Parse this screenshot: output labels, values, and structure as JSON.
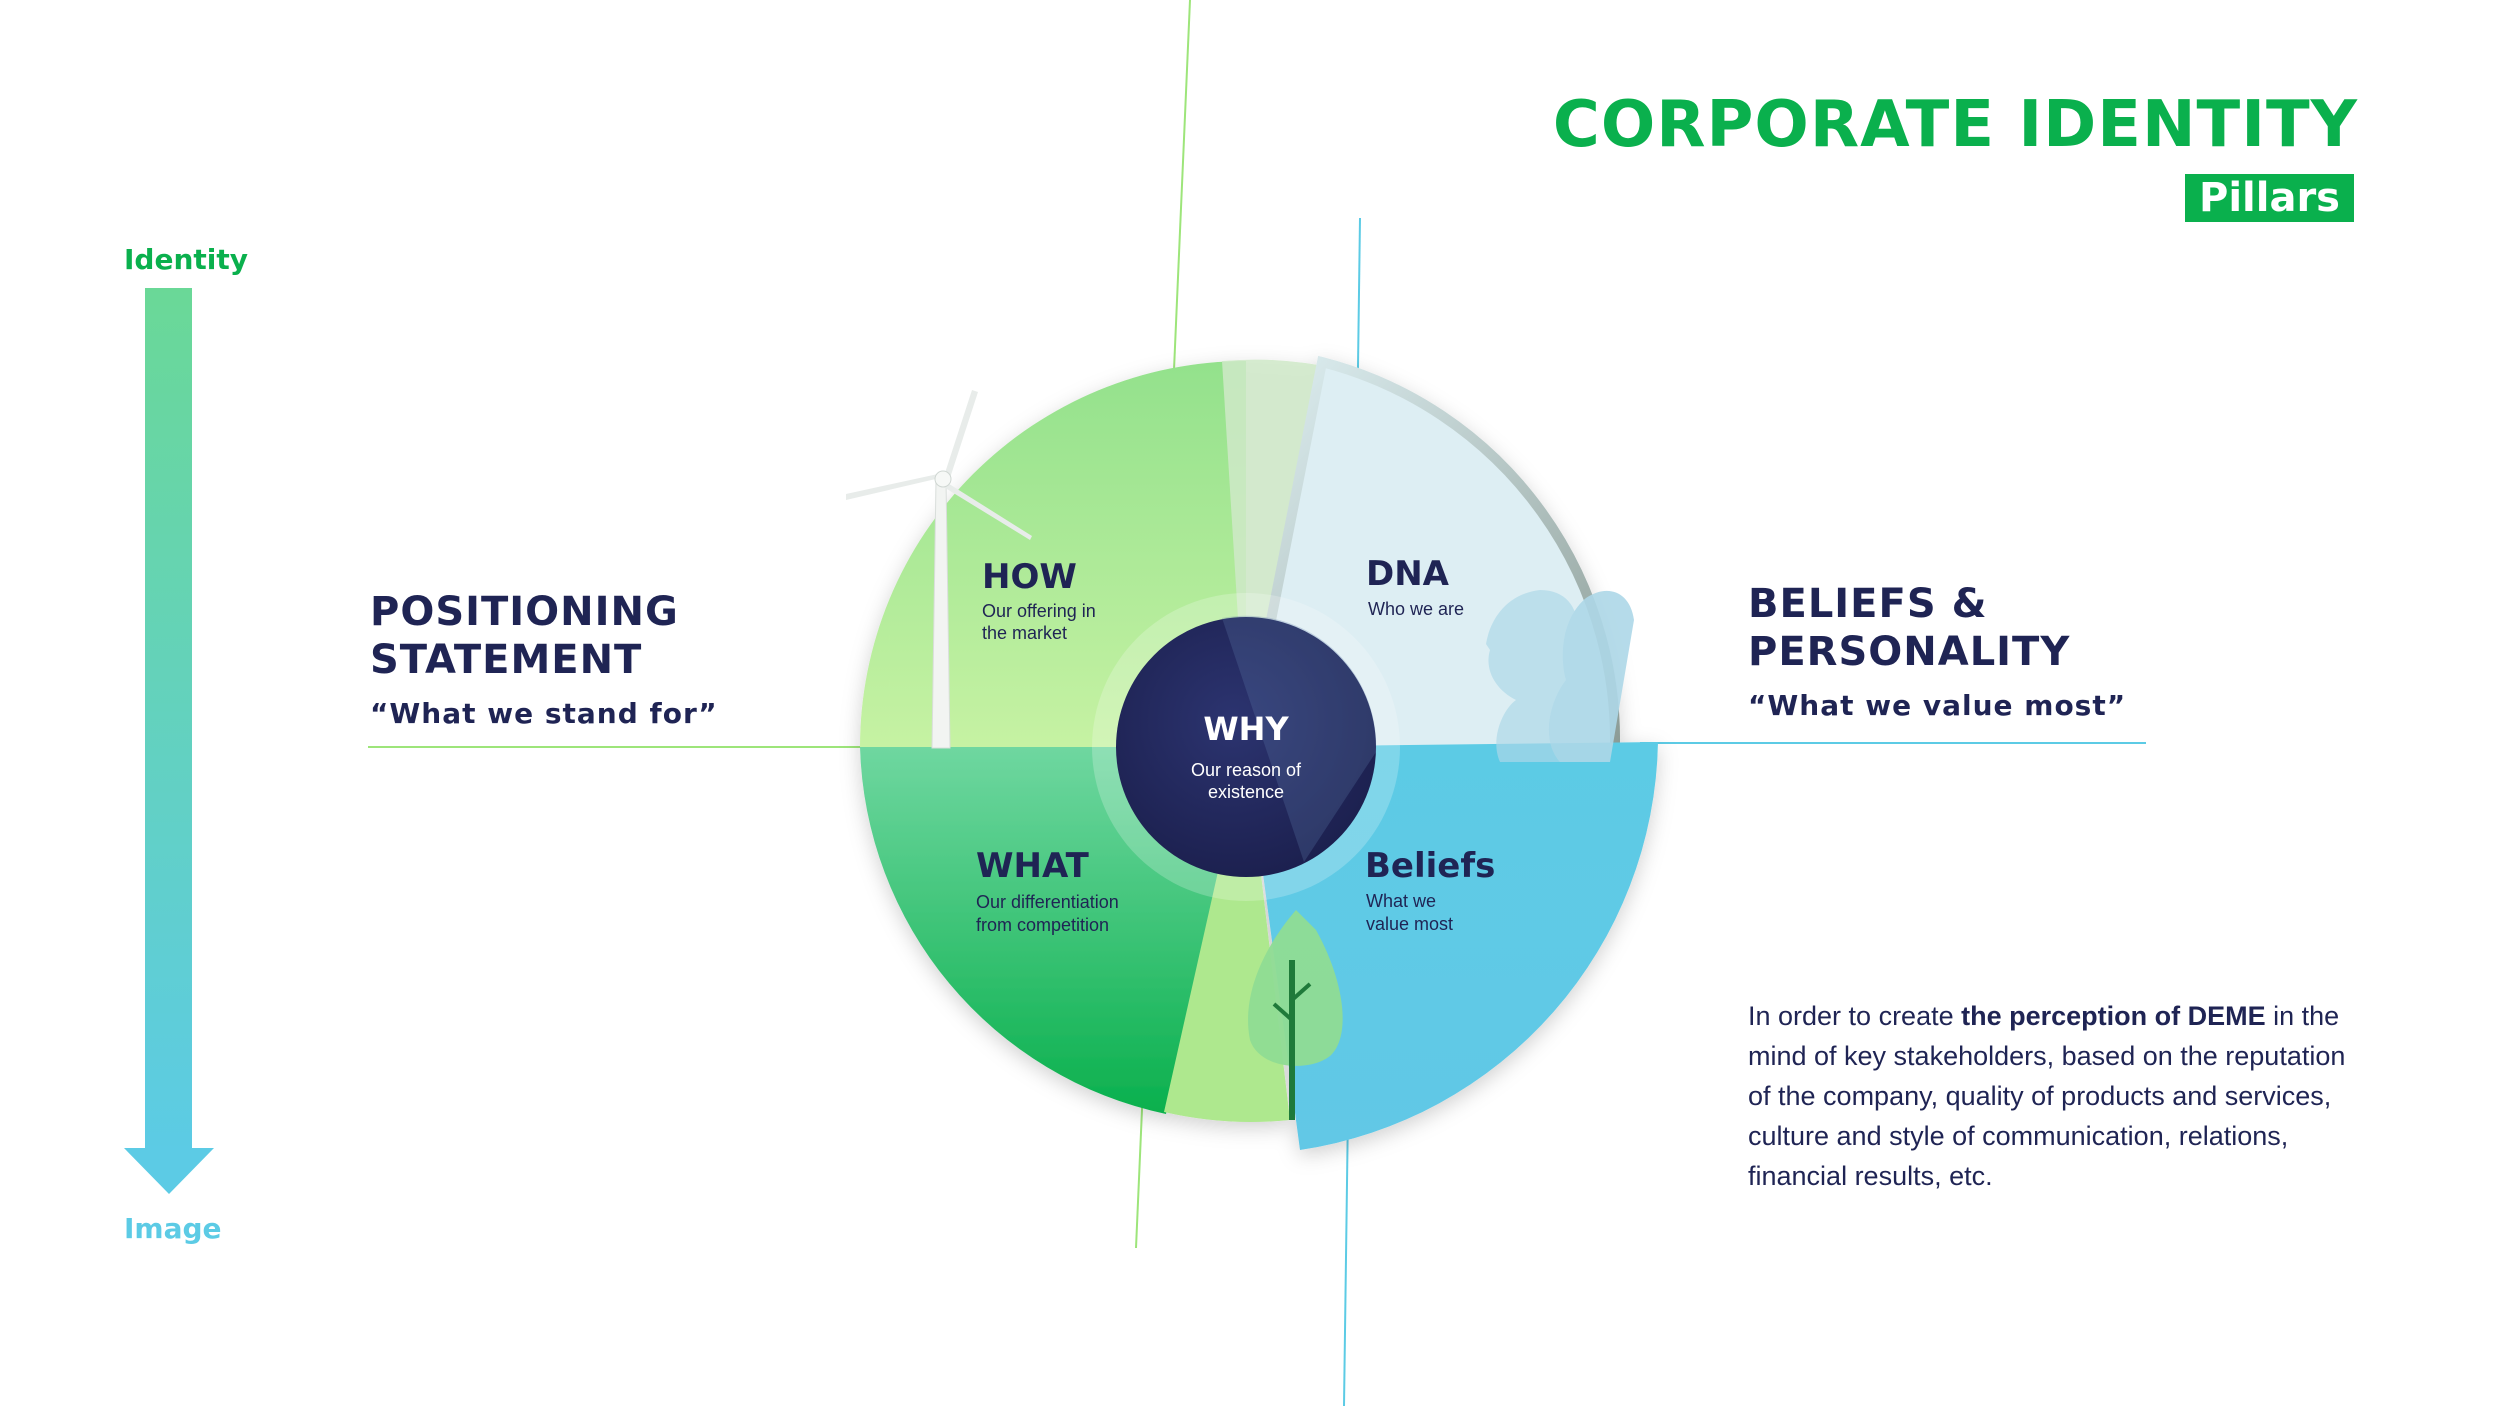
{
  "header": {
    "title": "CORPORATE IDENTITY",
    "subtitle": "Pillars"
  },
  "axis": {
    "top_label": "Identity",
    "bottom_label": "Image"
  },
  "positioning": {
    "heading_line1": "POSITIONING",
    "heading_line2": "STATEMENT",
    "quote": "“What we stand for”"
  },
  "beliefs_personality": {
    "heading_line1": "BELIEFS &",
    "heading_line2": "PERSONALITY",
    "quote": "“What we value most”"
  },
  "segments": {
    "how": {
      "title": "HOW",
      "line1": "Our offering in",
      "line2": "the market"
    },
    "dna": {
      "title": "DNA",
      "line1": "Who we are"
    },
    "what": {
      "title": "WHAT",
      "line1": "Our differentiation",
      "line2": "from competition"
    },
    "beliefs": {
      "title": "Beliefs",
      "line1": "What we",
      "line2": "value most"
    },
    "why": {
      "title": "WHY",
      "line1": "Our reason of",
      "line2": "existence"
    }
  },
  "description": {
    "before": "In order to create ",
    "bold": "the perception of DEME",
    "after": " in the mind of key stakeholders, based on the reputation of the company, quality of products and services, culture and style of communication, relations, financial results, etc."
  },
  "colors": {
    "brand_green": "#0ab04d",
    "navy": "#1f2454",
    "light_blue": "#5ccbe5"
  }
}
